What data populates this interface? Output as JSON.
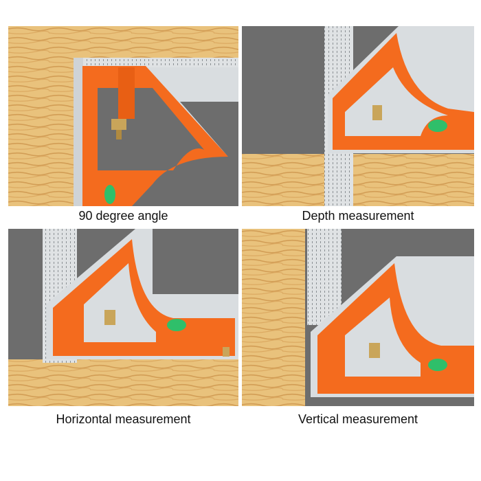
{
  "panels": [
    {
      "caption": "90 degree angle"
    },
    {
      "caption": "Depth measurement"
    },
    {
      "caption": "Horizontal measurement"
    },
    {
      "caption": "Vertical measurement"
    }
  ],
  "colors": {
    "wood": "#e9c27c",
    "wood_grain": "#d6a35a",
    "gray": "#6d6d6d",
    "orange": "#f46b1e",
    "steel": "#d9dde0",
    "brass": "#c9a55a",
    "level": "#2fbf6a"
  }
}
